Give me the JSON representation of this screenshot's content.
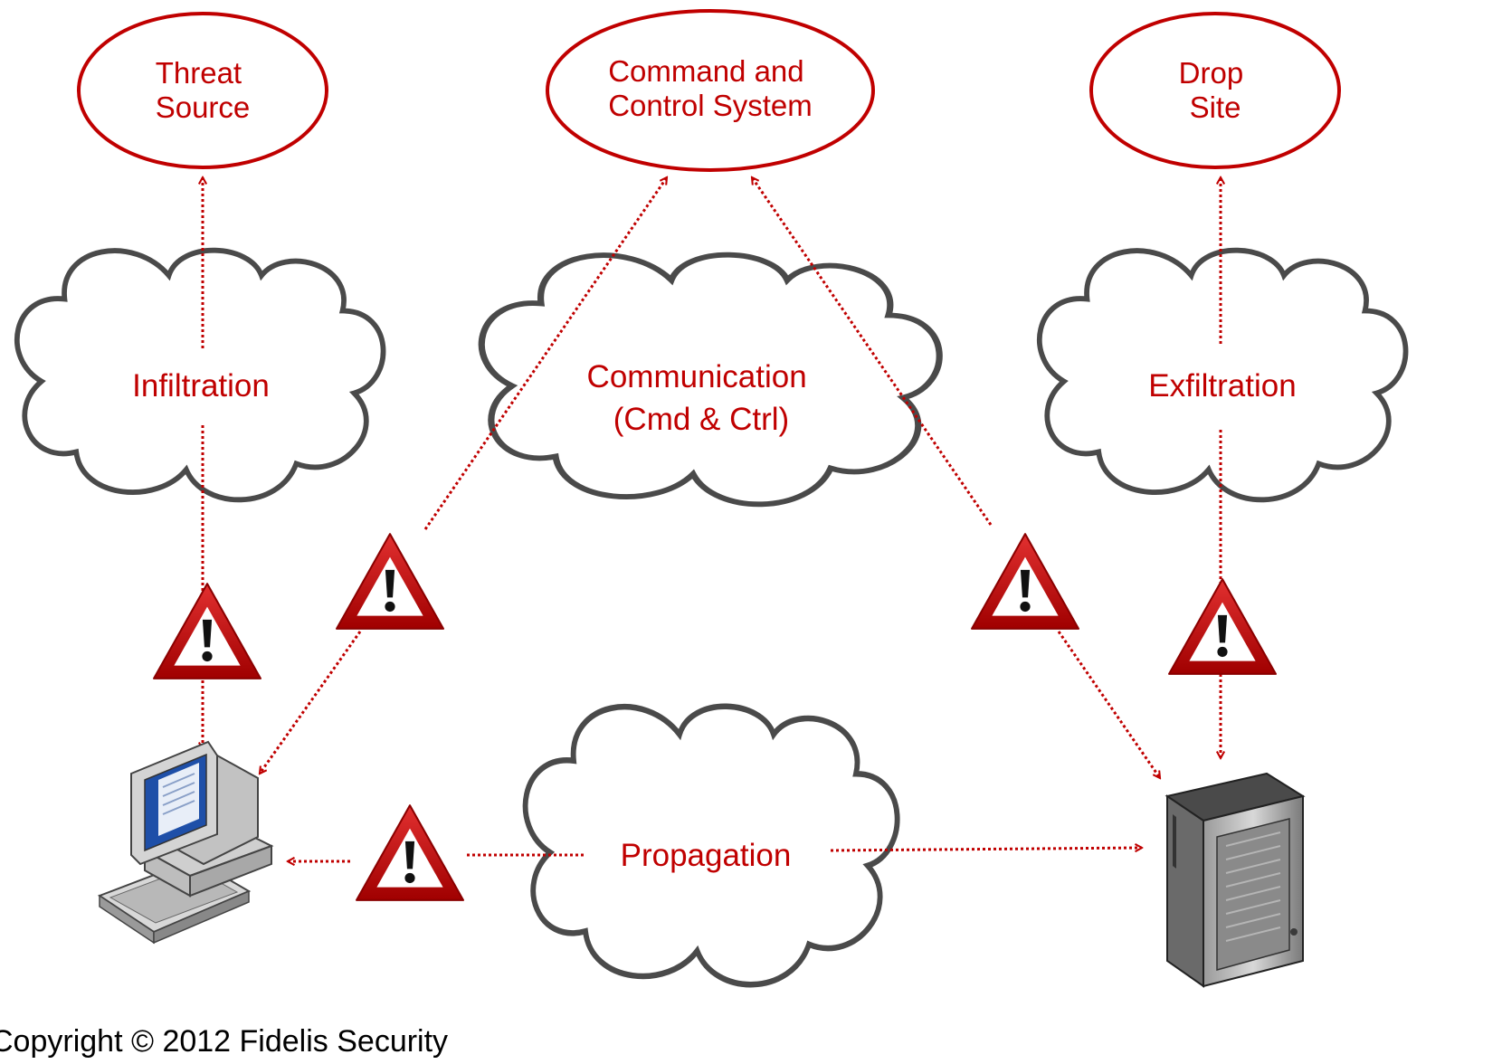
{
  "nodes": {
    "threat_source": [
      "Threat",
      "Source"
    ],
    "command_control": [
      "Command and",
      "Control System"
    ],
    "drop_site": [
      "Drop",
      "Site"
    ]
  },
  "clouds": {
    "infiltration": [
      "Infiltration"
    ],
    "communication": [
      "Communication",
      "(Cmd & Ctrl)"
    ],
    "exfiltration": [
      "Exfiltration"
    ],
    "propagation": [
      "Propagation"
    ]
  },
  "footer": {
    "copyright": "Copyright © 2012 Fidelis Security"
  },
  "colors": {
    "accent": "#c00000",
    "outline": "#4a4a4a"
  },
  "icons": {
    "warning": "warning-triangle-icon",
    "workstation": "desktop-computer-icon",
    "server": "server-tower-icon"
  }
}
